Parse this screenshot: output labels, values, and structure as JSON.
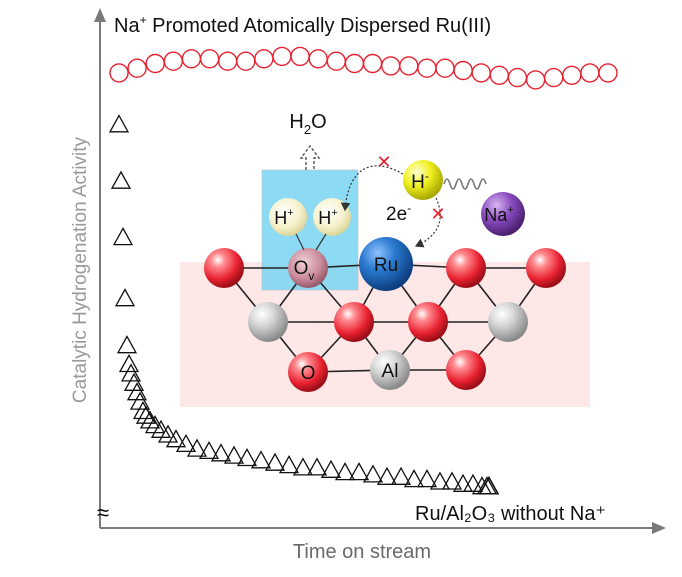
{
  "title_prefix": "Na",
  "title_sup": "+",
  "title_rest": " Promoted Atomically Dispersed Ru(III)",
  "y_axis_label": "Catalytic Hydrogenation Activity",
  "x_axis_label": "Time on stream",
  "axis_break_symbol": "≈",
  "bottom_series_label": "Ru/Al₂O₃ without Na⁺",
  "water_label": {
    "base": "H",
    "sub": "2",
    "tail": "O"
  },
  "proton_label": {
    "base": "H",
    "sup": "+"
  },
  "hydride_label": {
    "base": "H",
    "sup": "-"
  },
  "sodium_label": {
    "base": "Na",
    "sup": "+"
  },
  "electron_label": {
    "base": "2e",
    "sup": "-"
  },
  "ru_label": "Ru",
  "al_label": "Al",
  "o_label": "O",
  "vacancy_label": {
    "base": "O",
    "sub": "v"
  },
  "block_mark": "✕",
  "colors": {
    "oxygen": "#e8202f",
    "aluminum": "#bdbdbd",
    "ruthenium": "#1a66b8",
    "hydride": "#e6e600",
    "sodium": "#7a3fa8",
    "proton": "#f5f0c8",
    "vacancy": "#c98a9a",
    "surface_box": "#fde7e7",
    "water_box": "#7fd6f2",
    "circle_marker": "#e8202f",
    "axis": "#7a7a7a"
  },
  "chart_data": {
    "type": "scatter",
    "xlabel": "Time on stream",
    "ylabel": "Catalytic Hydrogenation Activity",
    "series": [
      {
        "name": "Na⁺ Promoted Atomically Dispersed Ru(III)",
        "marker": "circle",
        "x": [
          0,
          1,
          2,
          3,
          4,
          5,
          6,
          7,
          8,
          9,
          10,
          11,
          12,
          13,
          14,
          15,
          16,
          17,
          18,
          19,
          20,
          21,
          22,
          23,
          24,
          25,
          26,
          27
        ],
        "values": [
          0.93,
          0.94,
          0.95,
          0.955,
          0.96,
          0.96,
          0.955,
          0.955,
          0.96,
          0.965,
          0.965,
          0.96,
          0.955,
          0.95,
          0.95,
          0.945,
          0.945,
          0.94,
          0.94,
          0.935,
          0.93,
          0.925,
          0.92,
          0.915,
          0.92,
          0.925,
          0.93,
          0.93
        ]
      },
      {
        "name": "Ru/Al₂O₃ without Na⁺",
        "marker": "triangle",
        "x": [
          0,
          1,
          2,
          3,
          4,
          5,
          6,
          7,
          8,
          9,
          10,
          11,
          12,
          13,
          14,
          15,
          16,
          17,
          18,
          19,
          20,
          21,
          22,
          23,
          24,
          25,
          26,
          27,
          28,
          29,
          30,
          31,
          32,
          33,
          34,
          35,
          36,
          37,
          38,
          39,
          40,
          41,
          42,
          43,
          44
        ],
        "values": [
          0.82,
          0.7,
          0.58,
          0.45,
          0.35,
          0.31,
          0.29,
          0.27,
          0.25,
          0.23,
          0.21,
          0.2,
          0.19,
          0.18,
          0.17,
          0.16,
          0.15,
          0.14,
          0.13,
          0.125,
          0.12,
          0.115,
          0.11,
          0.105,
          0.1,
          0.095,
          0.09,
          0.09,
          0.085,
          0.08,
          0.08,
          0.075,
          0.07,
          0.07,
          0.065,
          0.065,
          0.06,
          0.06,
          0.055,
          0.055,
          0.05,
          0.05,
          0.05,
          0.05,
          0.05
        ]
      }
    ]
  }
}
